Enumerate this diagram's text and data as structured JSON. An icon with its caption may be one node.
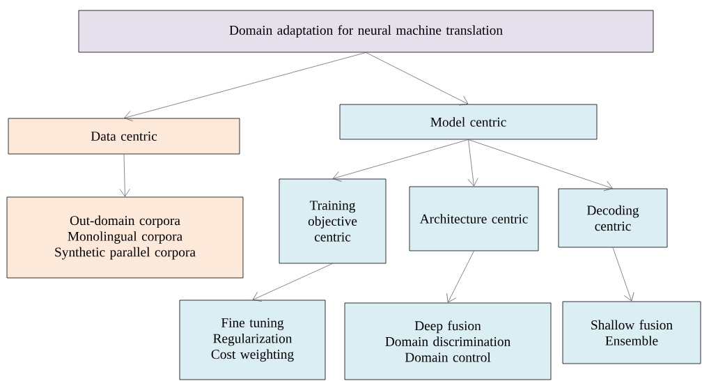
{
  "diagram": {
    "nodes": [
      {
        "text": [
          "Domain adaptation for neural machine translation"
        ]
      },
      {
        "text": [
          "Data centric"
        ]
      },
      {
        "text": [
          "Out-domain corpora",
          "Monolingual corpora",
          "Synthetic parallel corpora"
        ]
      },
      {
        "text": [
          "Model centric"
        ]
      },
      {
        "text": [
          "Training objective centric"
        ]
      },
      {
        "text": [
          "Architecture centric"
        ]
      },
      {
        "text": [
          "Decoding centric"
        ]
      },
      {
        "text": [
          "Fine tuning",
          "Regularization",
          "Cost weighting"
        ]
      },
      {
        "text": [
          "Deep fusion",
          "Domain discrimination",
          "Domain control"
        ]
      },
      {
        "text": [
          "Shallow fusion",
          "Ensemble"
        ]
      }
    ],
    "edges": [
      {
        "from": 0,
        "to": 1,
        "arrow": "to"
      },
      {
        "from": 0,
        "to": 3,
        "arrow": "to"
      },
      {
        "from": 1,
        "to": 2,
        "arrow": "to"
      },
      {
        "from": 3,
        "to": 4,
        "arrow": "to"
      },
      {
        "from": 3,
        "to": 5,
        "arrow": "to"
      },
      {
        "from": 3,
        "to": 6,
        "arrow": "to"
      },
      {
        "from": 4,
        "to": 7,
        "arrow": "to"
      },
      {
        "from": 5,
        "to": 8,
        "arrow": "to"
      },
      {
        "from": 6,
        "to": 9,
        "arrow": "to"
      }
    ]
  }
}
